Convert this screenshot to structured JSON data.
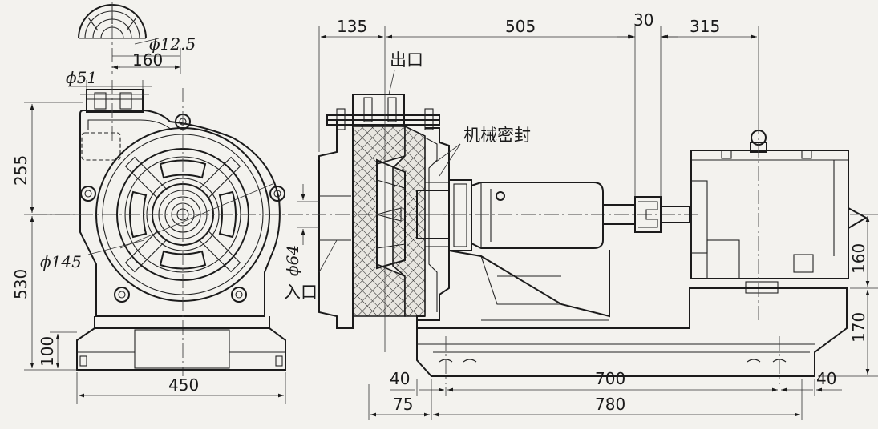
{
  "drawing": {
    "labels": {
      "outlet": "出口",
      "inlet": "入口",
      "mechanical_seal": "机械密封"
    },
    "dimensions": {
      "d_12_5": "ϕ12.5",
      "d_160_top": "160",
      "d_51": "ϕ51",
      "d_255": "255",
      "d_530": "530",
      "d_145": "ϕ145",
      "d_100": "100",
      "d_450": "450",
      "d_135": "135",
      "d_505": "505",
      "d_30": "30",
      "d_315": "315",
      "d_64": "ϕ64",
      "d_160_right": "160",
      "d_170": "170",
      "d_40_left": "40",
      "d_700": "700",
      "d_40_right": "40",
      "d_75": "75",
      "d_780": "780"
    }
  }
}
